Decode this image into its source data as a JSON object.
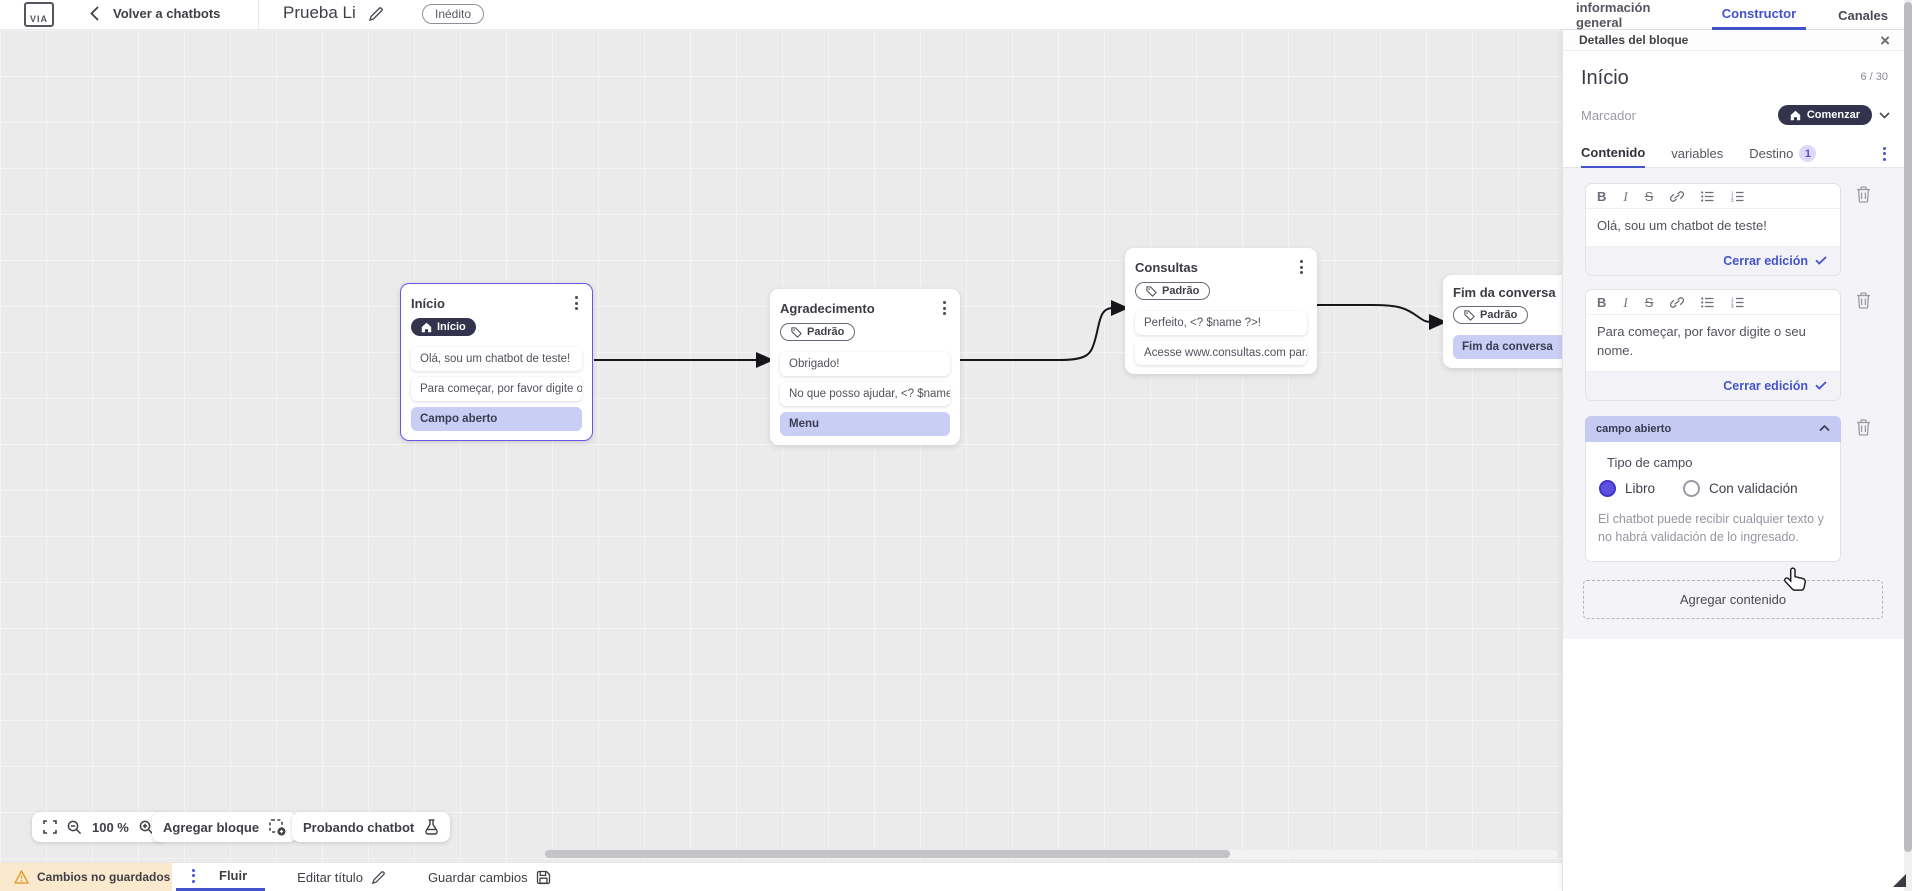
{
  "colors": {
    "accent": "#4353cc",
    "dark_badge": "#33334d",
    "selected_item": "#c9cef5",
    "warning_bg": "#fbe9ce"
  },
  "topbar": {
    "logo": "VIA",
    "back_label": "Volver a chatbots",
    "title": "Prueba Li",
    "status_badge": "Inédito",
    "tabs": [
      {
        "label": "información general"
      },
      {
        "label": "Constructor"
      },
      {
        "label": "Canales"
      }
    ]
  },
  "canvas": {
    "zoom_level": "100 %",
    "add_block_label": "Agregar bloque",
    "test_chatbot_label": "Probando chatbot",
    "nodes": [
      {
        "title": "Início",
        "badge": "Início",
        "items": [
          {
            "text": "Olá, sou um chatbot de teste!"
          },
          {
            "text": "Para começar, por favor digite o ..."
          },
          {
            "text": "Campo aberto"
          }
        ]
      },
      {
        "title": "Agradecimento",
        "badge": "Padrão",
        "items": [
          {
            "text": "Obrigado!"
          },
          {
            "text": "No que posso ajudar, <? $name ..."
          },
          {
            "text": "Menu"
          }
        ]
      },
      {
        "title": "Consultas",
        "badge": "Padrão",
        "items": [
          {
            "text": "Perfeito, <? $name ?>!"
          },
          {
            "text": "Acesse www.consultas.com par..."
          }
        ]
      },
      {
        "title": "Fim da conversa",
        "badge": "Padrão",
        "items": [
          {
            "text": "Fim da conversa"
          }
        ]
      }
    ]
  },
  "panel": {
    "header": "Detalles del bloque",
    "block_title": "Início",
    "counter": "6 / 30",
    "marker_label": "Marcador",
    "marker_button": "Comenzar",
    "tabs": [
      {
        "label": "Contenido"
      },
      {
        "label": "variables"
      },
      {
        "label": "Destino"
      }
    ],
    "destino_badge": "1",
    "editors": [
      {
        "text": "Olá, sou um chatbot de teste!",
        "close_label": "Cerrar edición"
      },
      {
        "text": "Para começar, por favor digite o seu nome.",
        "close_label": "Cerrar edición"
      }
    ],
    "open_field": {
      "header": "campo abierto",
      "type_label": "Tipo de campo",
      "option_free": "Libro",
      "option_validated": "Con validación",
      "description": "El chatbot puede recibir cualquier texto y no habrá validación de lo ingresado."
    },
    "add_content_label": "Agregar contenido"
  },
  "footer": {
    "unsaved_label": "Cambios no guardados",
    "tab_label": "Fluir",
    "edit_title_label": "Editar título",
    "save_label": "Guardar cambios"
  }
}
